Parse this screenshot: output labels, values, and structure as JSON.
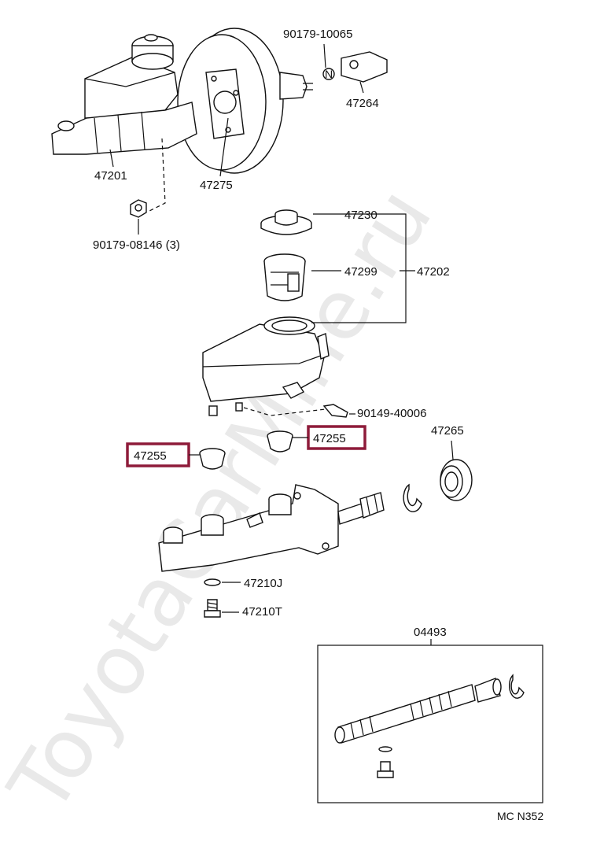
{
  "watermark": "ToyotaCarMine.ru",
  "diagram_code": "MC N352",
  "labels": {
    "p90179_10065": "90179-10065",
    "n_mark": "N",
    "p47264": "47264",
    "p47201": "47201",
    "p47275": "47275",
    "p90179_08146": "90179-08146 (3)",
    "p47230": "47230",
    "p47299": "47299",
    "p47202": "47202",
    "p90149_40006": "90149-40006",
    "p47255_right": "47255",
    "p47255_left": "47255",
    "p47265": "47265",
    "p47210J": "47210J",
    "p47210T": "47210T",
    "p04493": "04493"
  },
  "highlight_color": "#8e1b3a"
}
